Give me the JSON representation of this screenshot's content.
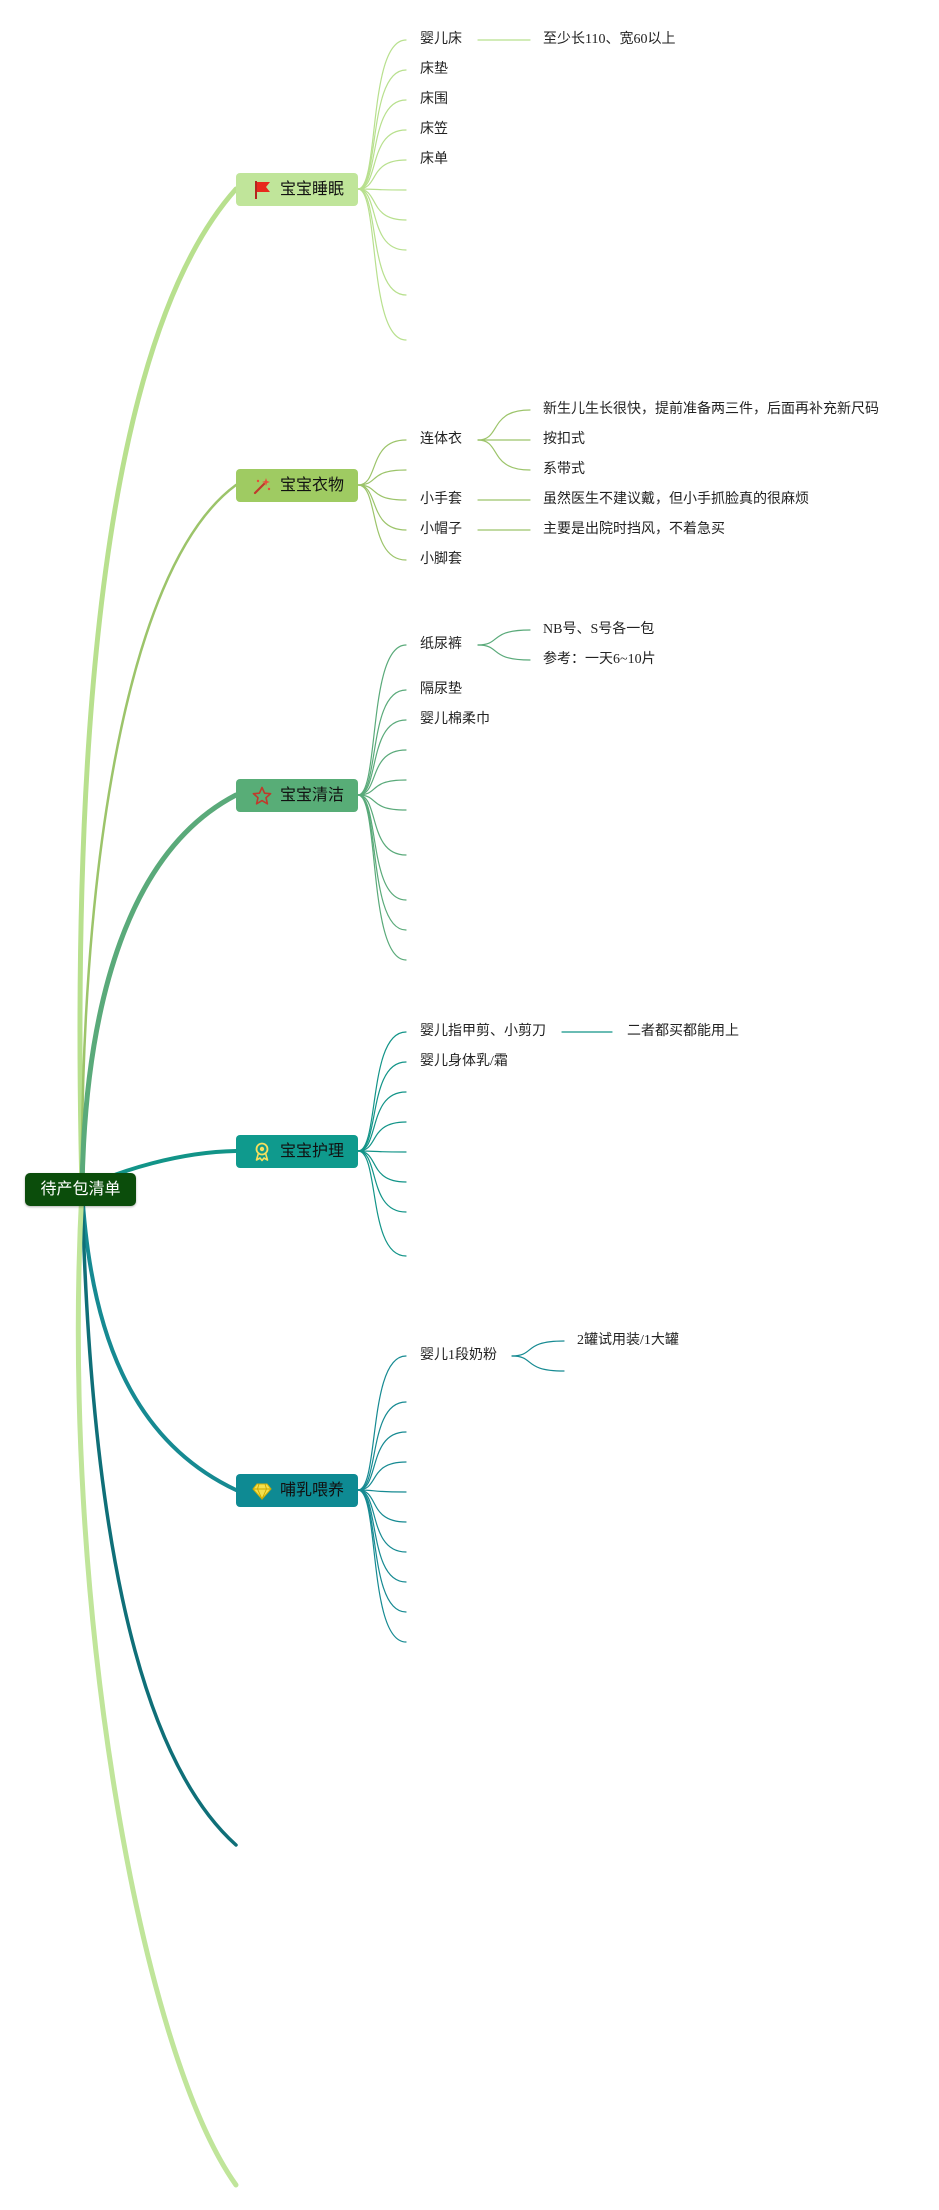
{
  "root": {
    "label": "待产包清单"
  },
  "branches": [
    {
      "label": "宝宝睡眠",
      "icon": "red-flag-icon",
      "color": "#c0e59a",
      "line": "#b8e08e",
      "items": [
        {
          "label": "婴儿床",
          "note": "至少长110、宽60以上"
        },
        {
          "label": "床垫"
        },
        {
          "label": "床围"
        },
        {
          "label": "床笠"
        },
        {
          "label": "床单"
        }
      ]
    },
    {
      "label": "宝宝衣物",
      "icon": "magic-wand-icon",
      "color": "#9fcb62",
      "line": "#9cc46a",
      "items": [
        {
          "label": "连体衣",
          "subs": [
            "新生儿生长很快，提前准备两三件，后面再补充新尺码",
            "按扣式",
            "系带式"
          ]
        },
        {
          "label": "小手套",
          "note": "虽然医生不建议戴，但小手抓脸真的很麻烦"
        },
        {
          "label": "小帽子",
          "note": "主要是出院时挡风，不着急买"
        },
        {
          "label": "小脚套"
        }
      ]
    },
    {
      "label": "宝宝清洁",
      "icon": "star-icon",
      "color": "#58ad77",
      "line": "#5aaa7a",
      "items": [
        {
          "label": "纸尿裤",
          "subs": [
            "NB号、S号各一包",
            "参考：一天6~10片"
          ]
        },
        {
          "label": "隔尿垫"
        },
        {
          "label": "婴儿棉柔巾"
        }
      ]
    },
    {
      "label": "宝宝护理",
      "icon": "award-medal-icon",
      "color": "#0f9a8d",
      "line": "#129488",
      "items": [
        {
          "label": "婴儿指甲剪、小剪刀",
          "note": "二者都买都能用上"
        },
        {
          "label": "婴儿身体乳/霜"
        }
      ]
    },
    {
      "label": "哺乳喂养",
      "icon": "diamond-icon",
      "color": "#0e8a93",
      "line": "#168a92",
      "items": [
        {
          "label": "婴儿1段奶粉",
          "note": "2罐试用装/1大罐"
        }
      ]
    }
  ]
}
